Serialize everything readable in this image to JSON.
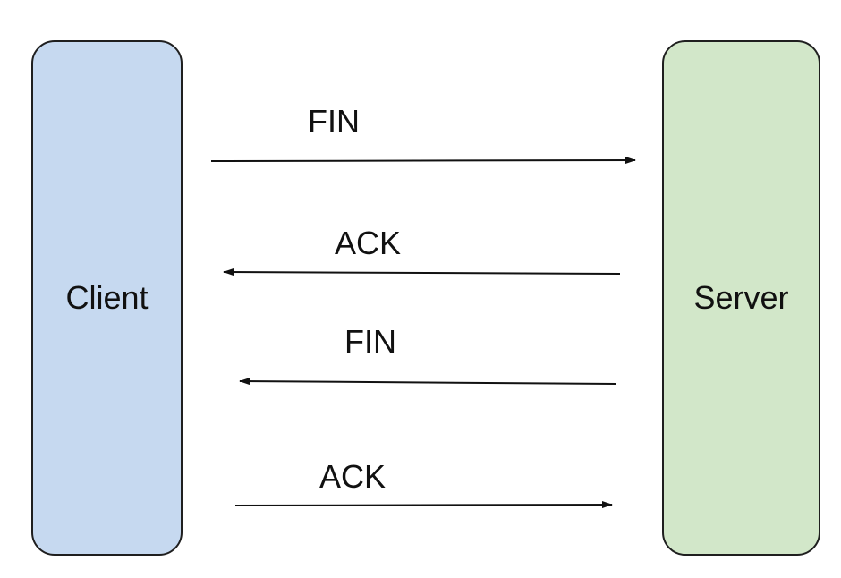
{
  "nodes": {
    "client": {
      "label": "Client",
      "color": "#c6d9f0"
    },
    "server": {
      "label": "Server",
      "color": "#d2e7c9"
    }
  },
  "messages": [
    {
      "label": "FIN",
      "from": "client",
      "to": "server"
    },
    {
      "label": "ACK",
      "from": "server",
      "to": "client"
    },
    {
      "label": "FIN",
      "from": "server",
      "to": "client"
    },
    {
      "label": "ACK",
      "from": "client",
      "to": "server"
    }
  ]
}
